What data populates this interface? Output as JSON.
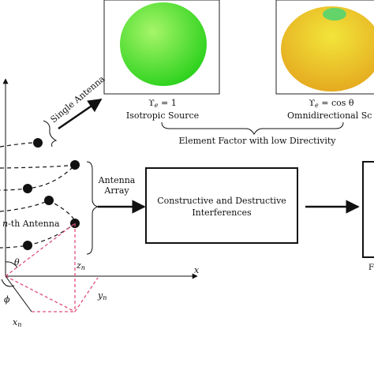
{
  "patterns": [
    {
      "formula": "ϒ",
      "formula_sub": "e",
      "formula_rest": " = 1",
      "caption": "Isotropic Source",
      "colors": {
        "center": "#a6f56a",
        "edge": "#2ad11b"
      }
    },
    {
      "formula": "ϒ",
      "formula_sub": "e",
      "formula_rest": " = cos θ",
      "caption": "Omnidirectional Sc",
      "colors": {
        "center": "#f2e53a",
        "edge": "#e4a61e",
        "hole": "#64d36a"
      }
    }
  ],
  "element_factor_label": "Element Factor with low Directivity",
  "single_antenna_label": "Single Antenna",
  "antenna_array_label": [
    "Antenna",
    "Array"
  ],
  "nth_antenna_label": "-th Antenna",
  "nth_antenna_italic": "n",
  "interference_box": [
    "Constructive and Destructive",
    "Interferences"
  ],
  "axis": {
    "x": "x",
    "z_n": "z",
    "y_n": "y",
    "x_n": "x",
    "sub_n": "n",
    "theta": "θ",
    "phi": "ϕ"
  },
  "partial_right_label": "F",
  "colors": {
    "dashed_pink": "#e0507a",
    "ink": "#111111"
  }
}
